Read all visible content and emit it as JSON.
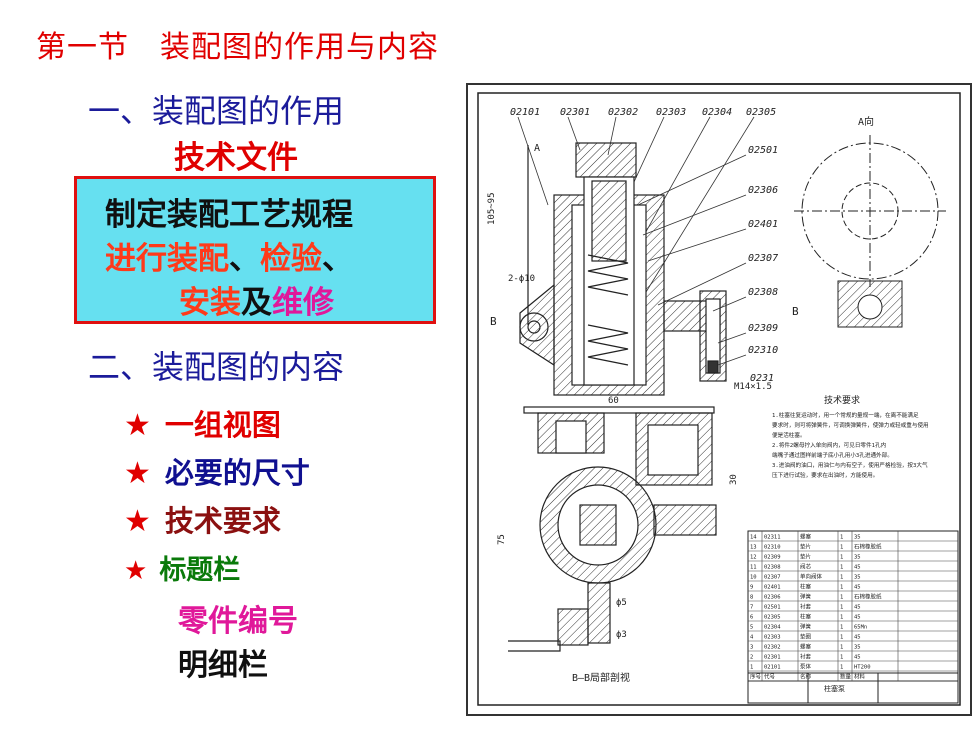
{
  "title": "第一节　装配图的作用与内容",
  "section1": {
    "heading": "一、装配图的作用",
    "subheading": "技术文件",
    "box": {
      "line1": "制定装配工艺规程",
      "line2a": "进行装配",
      "line2b": "、",
      "line2c": "检验",
      "line2d": "、",
      "line3a": "安装",
      "line3b": "及",
      "line3c": "维修"
    }
  },
  "section2": {
    "heading": "二、装配图的内容",
    "items": [
      {
        "star": "★",
        "label": "一组视图"
      },
      {
        "star": "★",
        "label": "必要的尺寸"
      },
      {
        "star": "★",
        "label": "技术要求"
      },
      {
        "star": "★",
        "label": "标题栏"
      }
    ],
    "sub_items": [
      "零件编号",
      "明细栏"
    ]
  },
  "drawing": {
    "part_numbers": [
      "02101",
      "02301",
      "02302",
      "02303",
      "02304",
      "02305"
    ],
    "right_labels": [
      "02501",
      "02306",
      "02401",
      "02307",
      "02308",
      "02309",
      "02310",
      "0231"
    ],
    "view_label": "A向",
    "section_label": "B–B局部剖视",
    "tech_title": "技术要求",
    "tech_lines": [
      "1.柱塞往复运动时，用一个常规的量规一端，在离不能满足",
      "要求时，则可将弹簧件，可调换弹簧件，使弹力或轻或重与使用",
      "便是活柱塞。",
      "2.将件2螺母拧入单向阀内，可见日零件1孔内",
      "端嘴子通过图样前端子底小孔用小3孔进通外部。",
      "3.进油阀的油口，用油仁与内有空子，使用严格检验，按3大气",
      "压下进行试验，要求在出油时，方能使用。"
    ],
    "dims": [
      "60",
      "105~95",
      "2-ϕ10",
      "M14×1.5",
      "ϕ5",
      "ϕ3",
      "75",
      "30"
    ],
    "tag_b": "B",
    "tag_a": "A",
    "bom_rows": [
      [
        "14",
        "02311",
        "螺塞",
        "1",
        "35"
      ],
      [
        "13",
        "02310",
        "垫片",
        "1",
        "石棉橡胶纸"
      ],
      [
        "12",
        "02309",
        "垫片",
        "1",
        "35"
      ],
      [
        "11",
        "02308",
        "阀芯",
        "1",
        "45"
      ],
      [
        "10",
        "02307",
        "单向阀体",
        "1",
        "35"
      ],
      [
        "9",
        "02401",
        "柱塞",
        "1",
        "45"
      ],
      [
        "8",
        "02306",
        "弹簧",
        "1",
        "石棉橡胶纸"
      ],
      [
        "7",
        "02501",
        "衬套",
        "1",
        "45"
      ],
      [
        "6",
        "02305",
        "柱塞",
        "1",
        "45"
      ],
      [
        "5",
        "02304",
        "弹簧",
        "1",
        "65Mn"
      ],
      [
        "4",
        "02303",
        "垫圈",
        "1",
        "45"
      ],
      [
        "3",
        "02302",
        "螺塞",
        "1",
        "35"
      ],
      [
        "2",
        "02301",
        "衬套",
        "1",
        "45"
      ],
      [
        "1",
        "02101",
        "泵体",
        "1",
        "HT200"
      ]
    ],
    "bom_header": [
      "序号",
      "代号",
      "名称",
      "数量",
      "材料"
    ],
    "title_block": "柱塞泵"
  },
  "colors": {
    "title": "#e00000",
    "heading": "#1b1b9a",
    "red": "#e00000",
    "orange_red": "#ff3a1a",
    "magenta": "#e0189a",
    "dark_red": "#8b1010",
    "navy": "#101090",
    "green": "#0a7a0a",
    "box_bg": "#66e0f0",
    "box_border": "#e01010"
  }
}
